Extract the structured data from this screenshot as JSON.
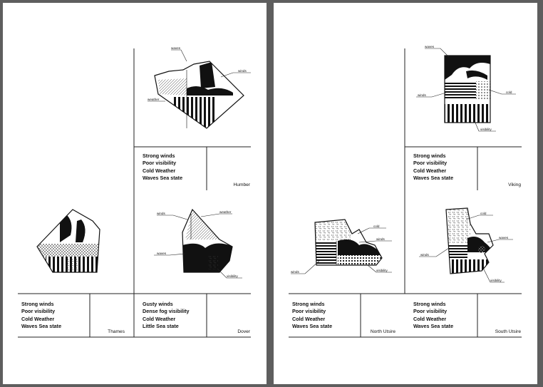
{
  "pages": [
    {
      "cards": [
        {
          "name": "Humber",
          "lines": [
            "Strong winds",
            "Poor visibility",
            "Cold Weather",
            "Waves Sea state"
          ],
          "labels": [
            "waves",
            "winds",
            "weather"
          ]
        },
        {
          "name": "Thames",
          "lines": [
            "Strong winds",
            "Poor visibility",
            "Cold Weather",
            "Waves Sea state"
          ],
          "labels": []
        },
        {
          "name": "Dover",
          "lines": [
            "Gusty winds",
            "Dense fog visibility",
            "Cold Weather",
            "Little Sea state"
          ],
          "labels": [
            "winds",
            "weather",
            "waves",
            "visibility"
          ]
        }
      ]
    },
    {
      "cards": [
        {
          "name": "Viking",
          "lines": [
            "Strong winds",
            "Poor visibility",
            "Cold Weather",
            "Waves Sea state"
          ],
          "labels": [
            "waves",
            "winds",
            "cold",
            "visibility"
          ]
        },
        {
          "name": "North Utsire",
          "lines": [
            "Strong winds",
            "Poor visibility",
            "Cold Weather",
            "Waves Sea state"
          ],
          "labels": [
            "cold",
            "winds",
            "winds",
            "visibility"
          ]
        },
        {
          "name": "South Utsire",
          "lines": [
            "Strong winds",
            "Poor visibility",
            "Cold Weather",
            "Waves Sea state"
          ],
          "labels": [
            "cold",
            "waves",
            "winds",
            "visibility"
          ]
        }
      ]
    }
  ],
  "icons": {
    "map": "sea-area-pattern-map-icon"
  }
}
